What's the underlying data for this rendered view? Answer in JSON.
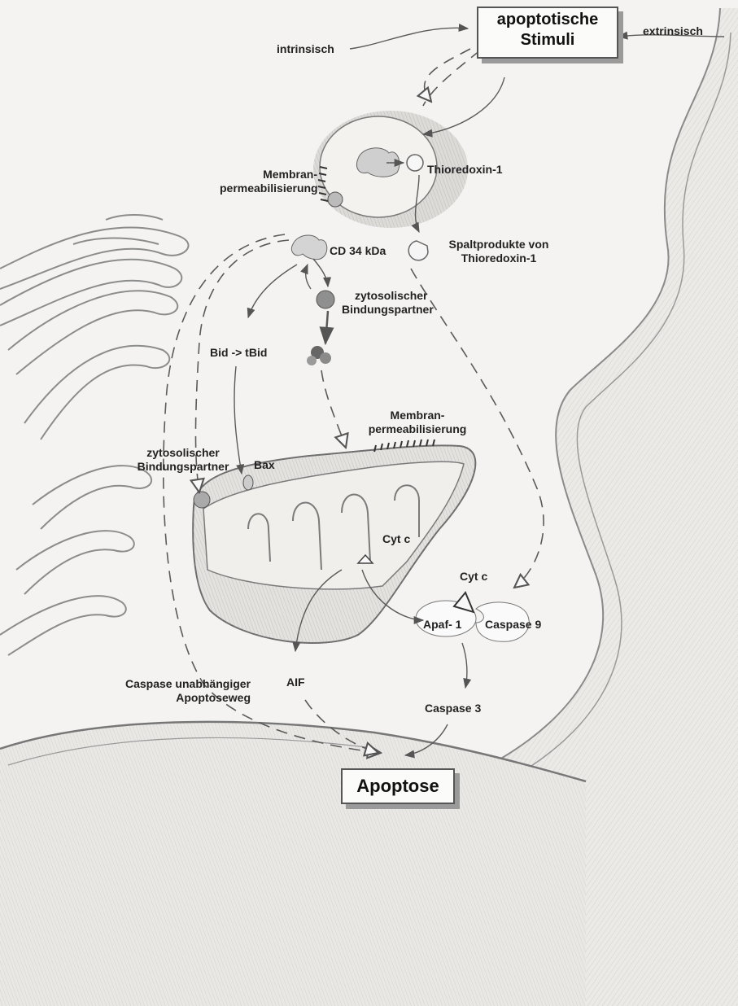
{
  "stimuli": {
    "line1": "apoptotische",
    "line2": "Stimuli"
  },
  "intrinsic_label": "intrinsisch",
  "extrinsic_label": "extrinsisch",
  "nucleus": {
    "membrane_label_1": "Membran-",
    "membrane_label_2": "permeabilisierung",
    "thioredoxin_label": "Thioredoxin-1"
  },
  "cleavage": {
    "line1": "Spaltprodukte von",
    "line2": "Thioredoxin-1"
  },
  "cd34_label": "CD 34 kDa",
  "cytosolic_partner_top": {
    "line1": "zytosolischer",
    "line2": "Bindungspartner"
  },
  "bid_label": "Bid -> tBid",
  "mito": {
    "membrane_label_1": "Membran-",
    "membrane_label_2": "permeabilisierung",
    "cytosolic_partner_1": "zytosolischer",
    "cytosolic_partner_2": "Bindungspartner",
    "bax_label": "Bax",
    "cytc_label": "Cyt c"
  },
  "apoptosome": {
    "cytc_label": "Cyt c",
    "apaf_label": "Apaf- 1",
    "caspase9_label": "Caspase 9"
  },
  "aif_label": "AIF",
  "caspase3_label": "Caspase 3",
  "caspase_independent": {
    "line1": "Caspase unabhängiger",
    "line2": "Apoptoseweg"
  },
  "apoptosis": {
    "label": "Apoptose"
  }
}
